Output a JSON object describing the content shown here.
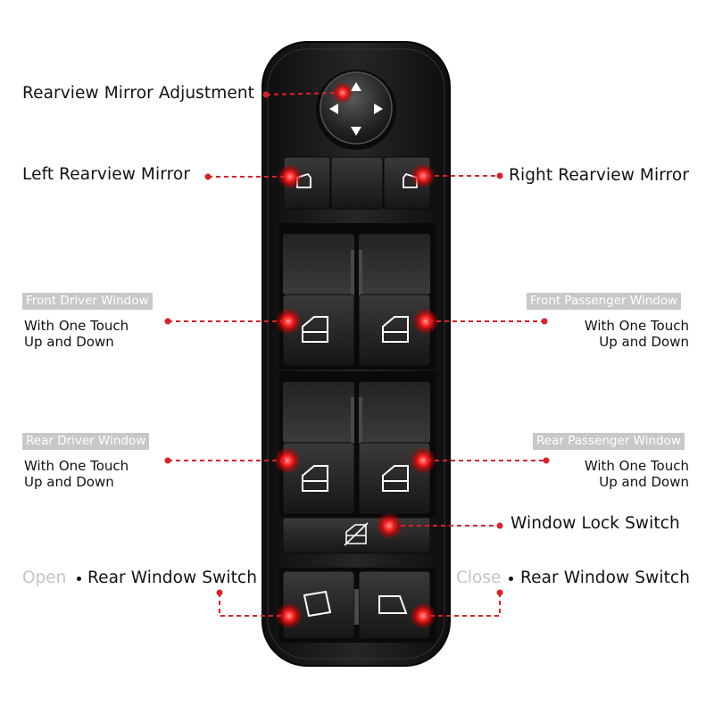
{
  "labels": {
    "rearview_mirror_adjustment": "Rearview Mirror Adjustment",
    "left_rearview_mirror": "Left Rearview Mirror",
    "right_rearview_mirror": "Right Rearview Mirror",
    "front_driver_window": "Front Driver Window",
    "front_passenger_window": "Front Passenger Window",
    "rear_driver_window": "Rear Driver Window",
    "rear_passenger_window": "Rear Passenger Window",
    "one_touch_line1": "With One Touch",
    "one_touch_line2": "Up and Down",
    "window_lock_switch": "Window Lock Switch",
    "open": "Open",
    "close": "Close",
    "rear_window_switch": "Rear Window Switch"
  },
  "colors": {
    "accent_red": "#d8232a",
    "tag_grey": "#c8c8c8",
    "panel_black": "#1c1c1c",
    "muted_text": "#c4c4c4"
  },
  "icons": [
    "direction-pad-icon",
    "mirror-left-icon",
    "mirror-right-icon",
    "window-icon",
    "window-lock-icon",
    "rear-window-icon"
  ]
}
